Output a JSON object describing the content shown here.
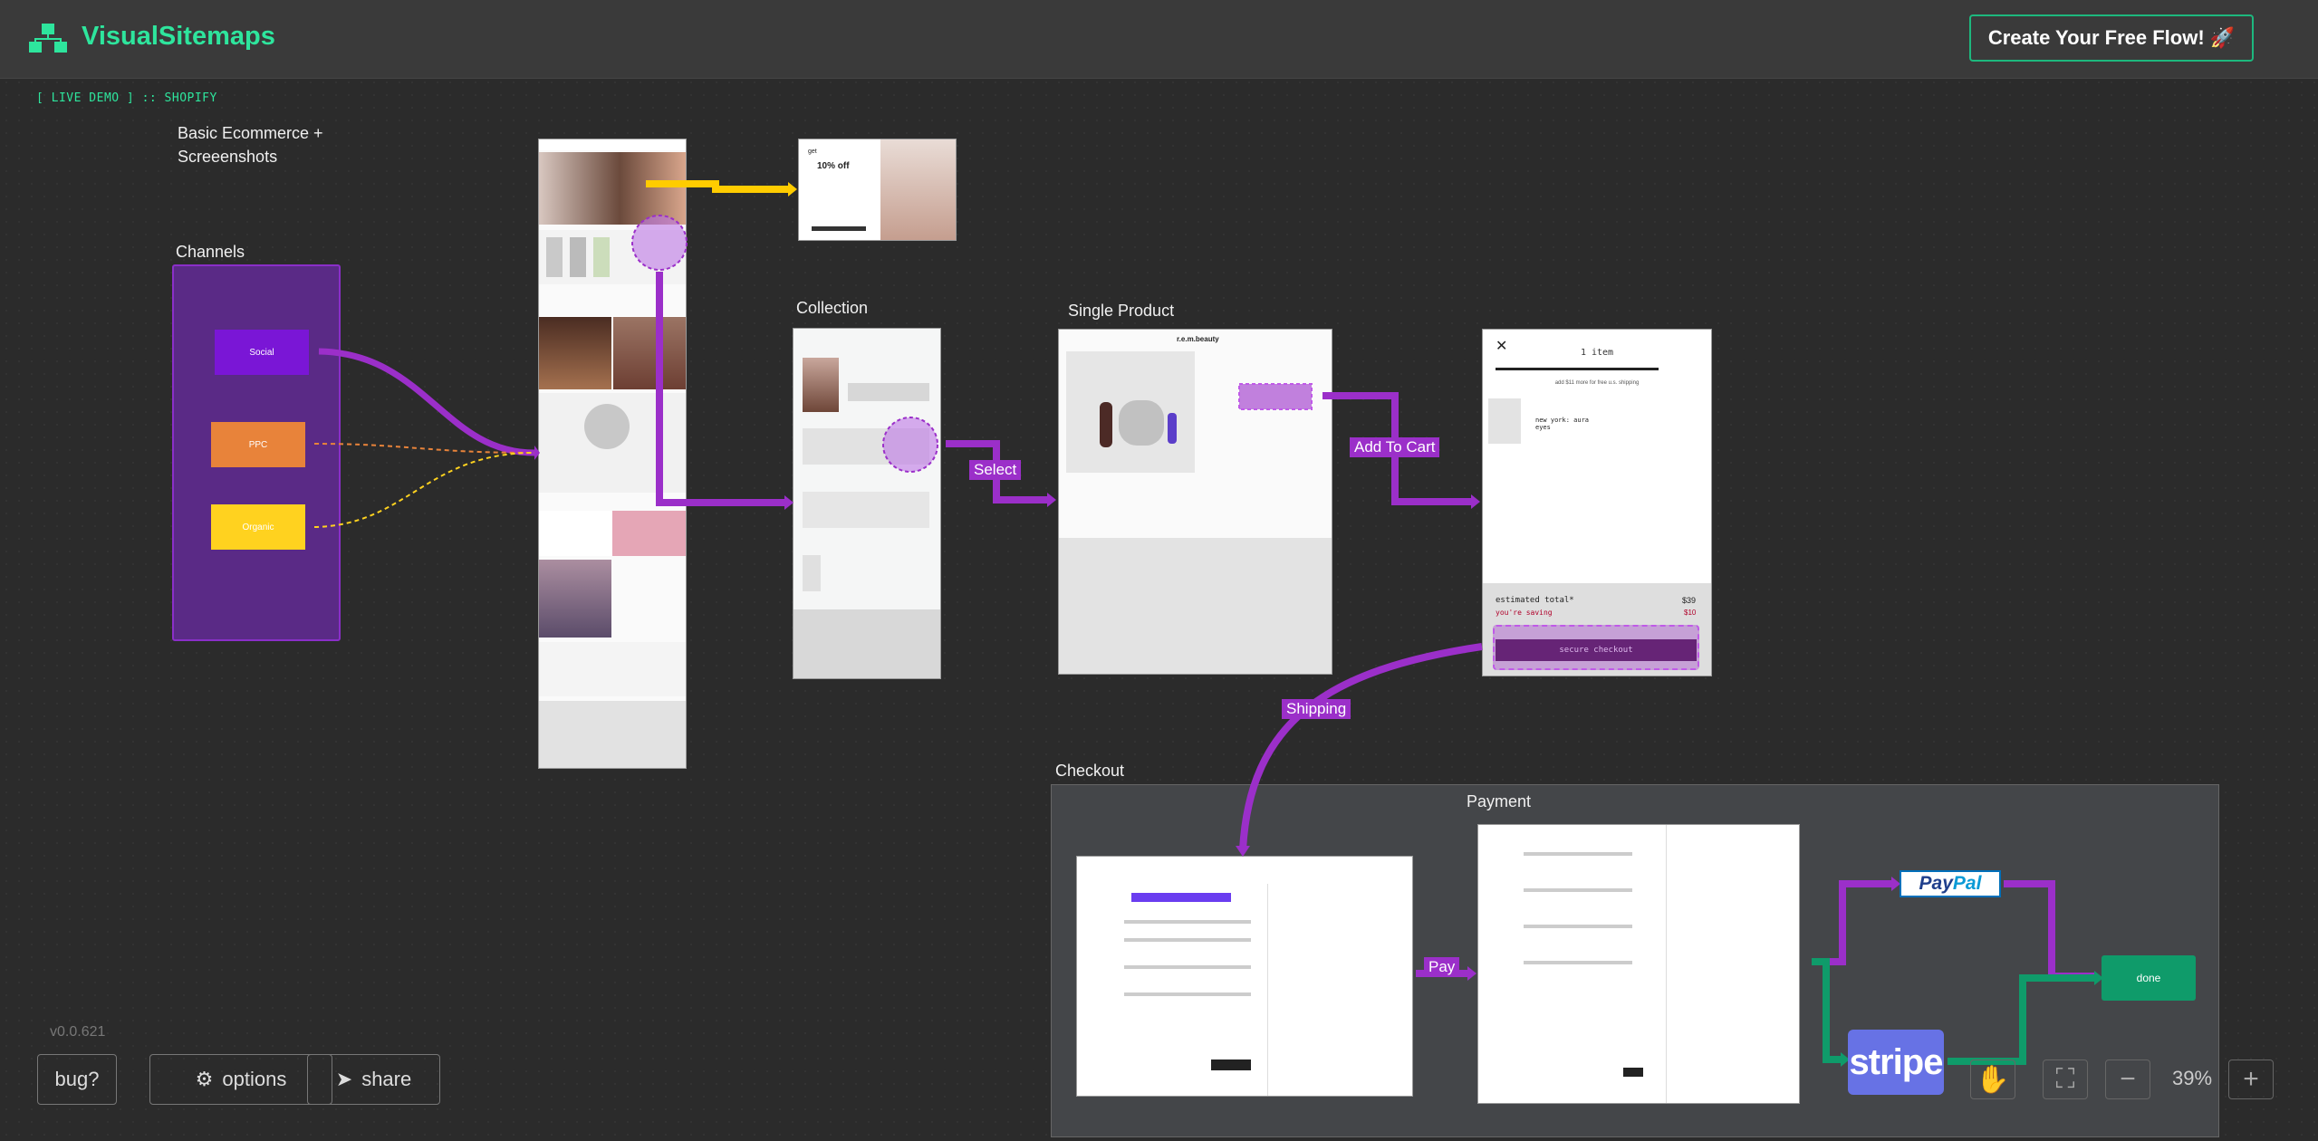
{
  "app": {
    "name": "VisualSitemaps",
    "cta_label": "Create Your Free Flow! 🚀"
  },
  "demo_tag": "[ LIVE DEMO ] :: SHOPIFY",
  "canvas": {
    "title": "Basic Ecommerce + Screeenshots",
    "channels_label": "Channels",
    "channels": [
      "Social",
      "PPC",
      "Organic"
    ],
    "nodes": {
      "collection": "Collection",
      "single_product": "Single Product",
      "checkout": "Checkout",
      "payment": "Payment",
      "done": "done"
    },
    "popup": {
      "headline": "10% off",
      "sub": "get"
    },
    "cart": {
      "items": "1 item",
      "estimated_total": "estimated total*",
      "total": "$39",
      "saving": "you're saving",
      "saving_amount": "$10",
      "checkout_button": "secure checkout",
      "product": "new york: aura eyes",
      "shipping_note": "add $11 more for free u.s. shipping"
    },
    "edge_labels": {
      "select": "Select",
      "add_to_cart": "Add To Cart",
      "shipping": "Shipping",
      "pay": "Pay"
    },
    "payment_providers": {
      "paypal_a": "Pay",
      "paypal_b": "Pal",
      "stripe": "stripe"
    },
    "brand_mark": "r.e.m.beauty"
  },
  "footer": {
    "version": "v0.0.621",
    "bug_label": "bug?",
    "options_label": "options",
    "share_label": "share",
    "zoom": "39%"
  },
  "colors": {
    "accent": "#2ee59d",
    "flow": "#9b2fc9",
    "ppc": "#e8833a",
    "organic": "#ffd21f",
    "done": "#0f9b6a",
    "stripe": "#6772e5"
  }
}
